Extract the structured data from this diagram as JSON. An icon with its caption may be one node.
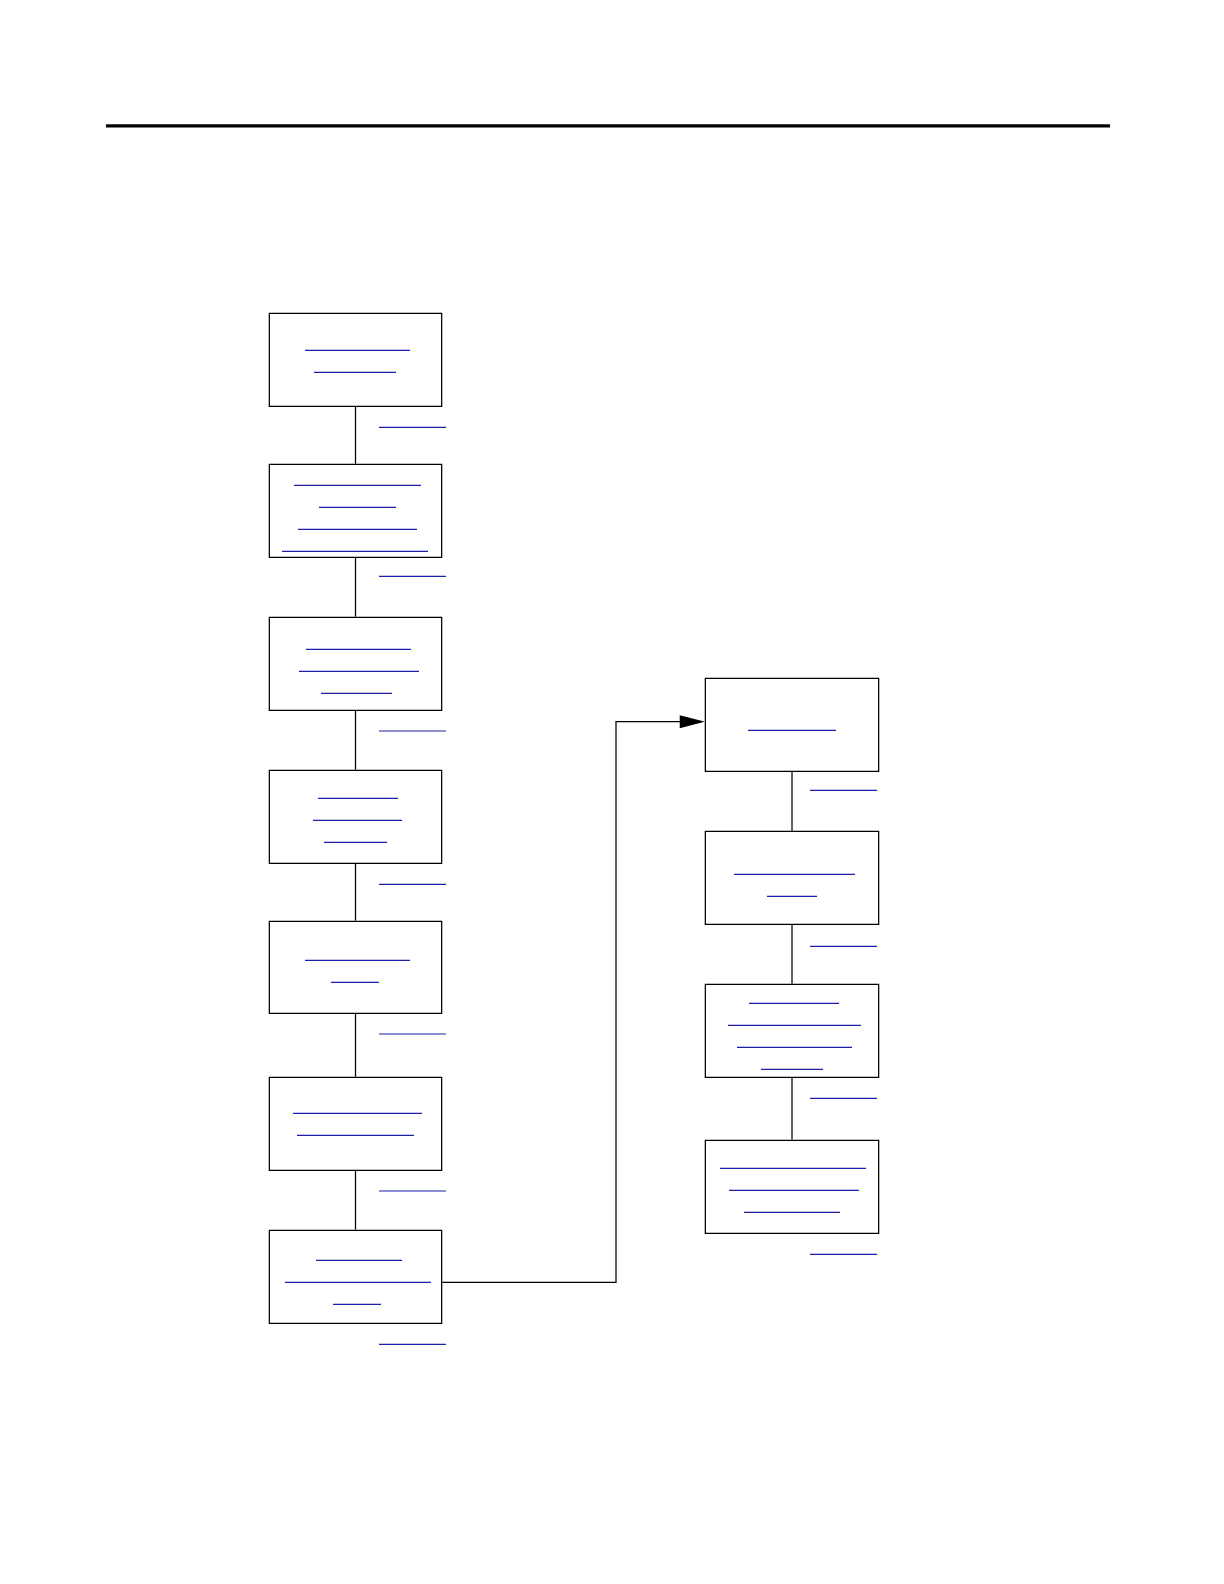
{
  "diagram": {
    "nodes": [
      {
        "text": [],
        "shape": "box"
      },
      {
        "text": [],
        "shape": "box"
      },
      {
        "text": [],
        "shape": "box"
      },
      {
        "text": [],
        "shape": "box"
      },
      {
        "text": [],
        "shape": "box"
      },
      {
        "text": [],
        "shape": "box"
      },
      {
        "text": [],
        "shape": "box"
      },
      {
        "text": [],
        "shape": "box"
      },
      {
        "text": [],
        "shape": "box"
      },
      {
        "text": [],
        "shape": "box"
      },
      {
        "text": [],
        "shape": "box"
      }
    ],
    "edges": [
      {
        "from": 0,
        "to": 1,
        "arrow": "none"
      },
      {
        "from": 1,
        "to": 2,
        "arrow": "none"
      },
      {
        "from": 2,
        "to": 3,
        "arrow": "none"
      },
      {
        "from": 3,
        "to": 4,
        "arrow": "none"
      },
      {
        "from": 4,
        "to": 5,
        "arrow": "none"
      },
      {
        "from": 5,
        "to": 6,
        "arrow": "none"
      },
      {
        "from": 6,
        "to": 7,
        "arrow": "to"
      },
      {
        "from": 7,
        "to": 8,
        "arrow": "none"
      },
      {
        "from": 8,
        "to": 9,
        "arrow": "none"
      },
      {
        "from": 9,
        "to": 10,
        "arrow": "none"
      }
    ]
  }
}
